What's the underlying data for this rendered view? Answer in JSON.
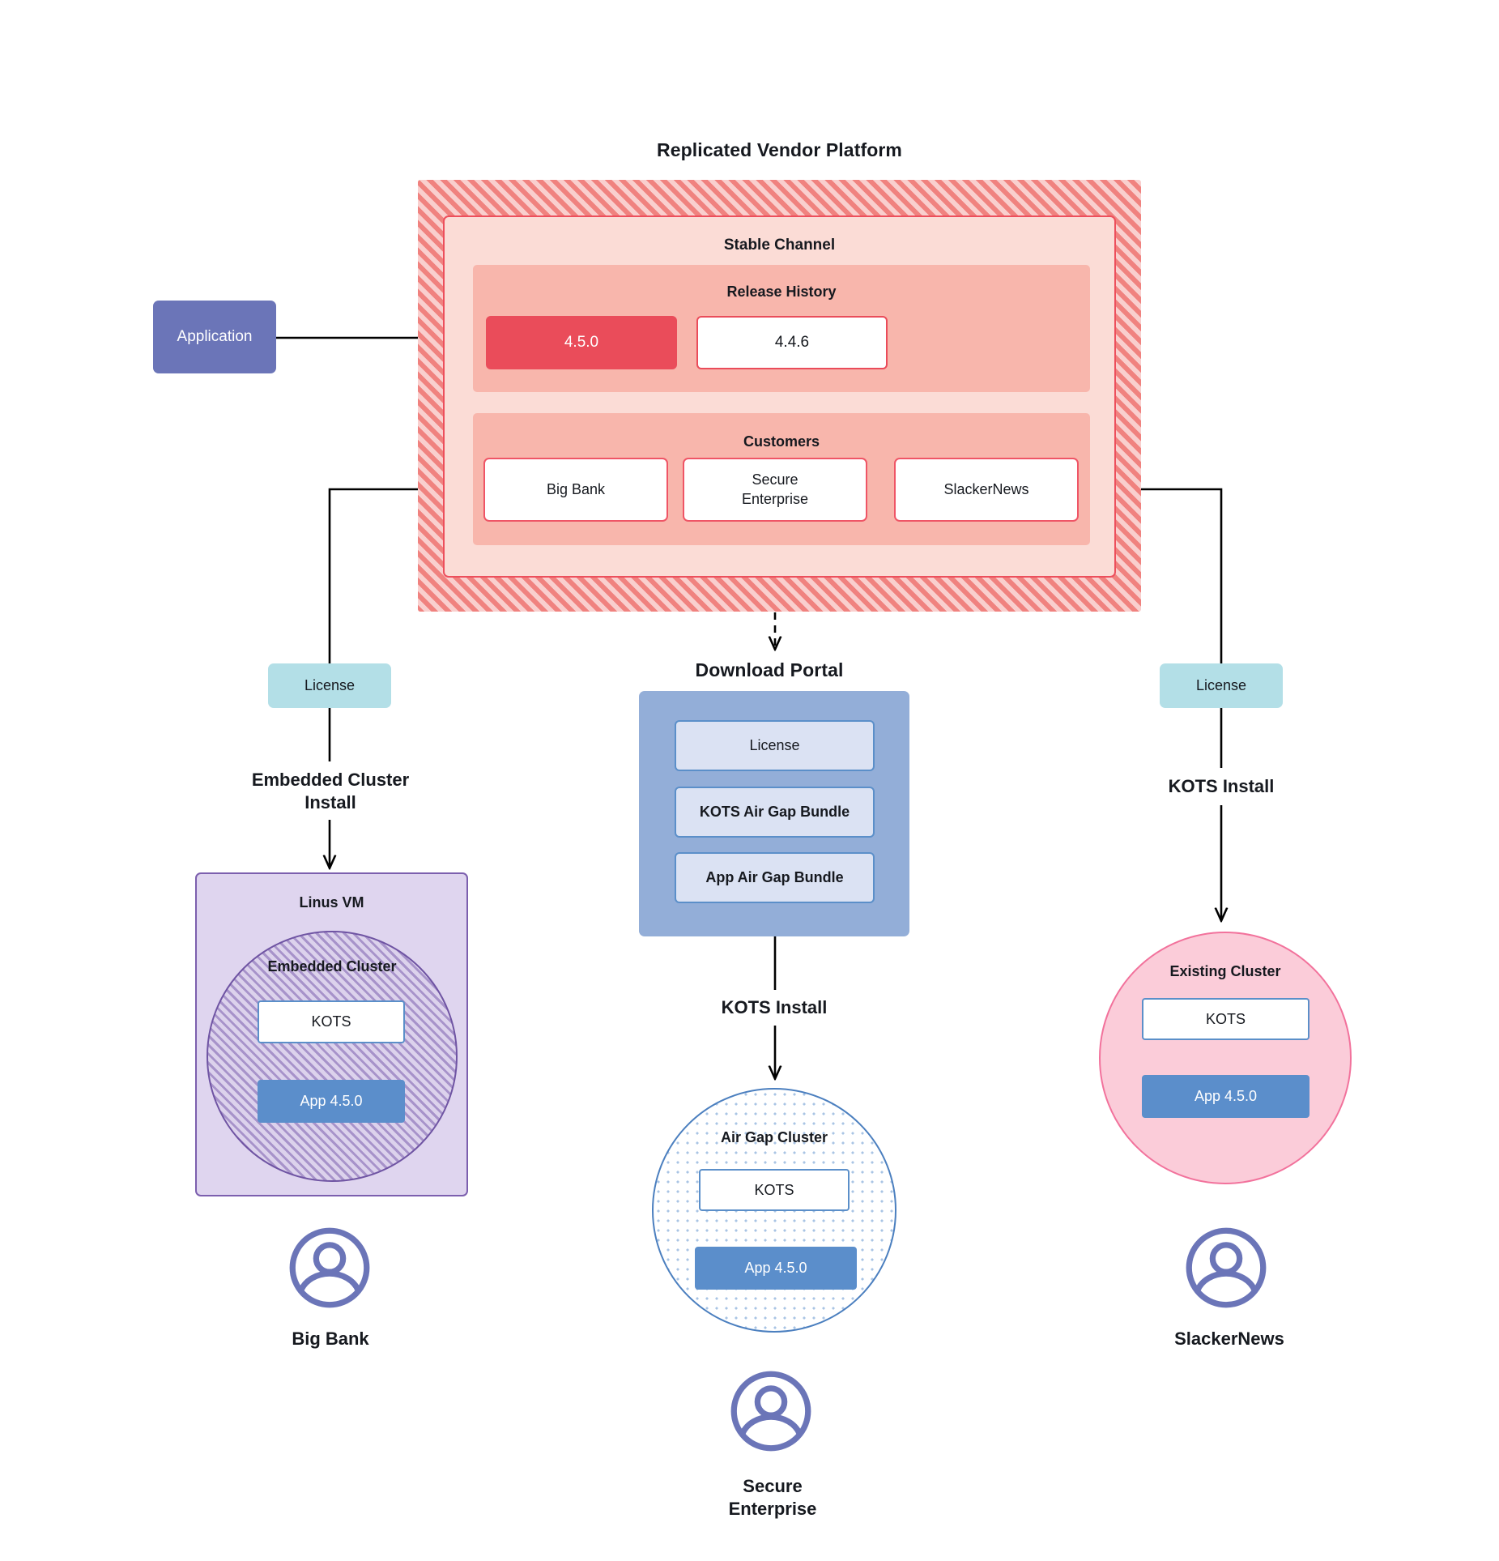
{
  "diagram": {
    "title": "Replicated Vendor Platform",
    "application": {
      "label": "Application"
    },
    "stable_channel": {
      "title": "Stable Channel",
      "release_history": {
        "title": "Release History",
        "releases": [
          {
            "version": "4.5.0",
            "state": "current"
          },
          {
            "version": "4.4.6",
            "state": "previous"
          }
        ]
      },
      "customers": {
        "title": "Customers",
        "items": [
          {
            "name": "Big Bank"
          },
          {
            "name": "Secure\nEnterprise"
          },
          {
            "name": "SlackerNews"
          }
        ]
      }
    },
    "branches": {
      "left": {
        "license_label": "License",
        "install_label": "Embedded Cluster\nInstall",
        "host": {
          "title": "Linus VM",
          "cluster_title": "Embedded Cluster",
          "kots_label": "KOTS",
          "app_label": "App 4.5.0"
        },
        "persona": "Big Bank"
      },
      "center": {
        "portal_title": "Download  Portal",
        "portal_items": [
          "License",
          "KOTS Air Gap Bundle",
          "App Air Gap Bundle"
        ],
        "install_label": "KOTS Install",
        "cluster": {
          "title": "Air Gap Cluster",
          "kots_label": "KOTS",
          "app_label": "App 4.5.0"
        },
        "persona": "Secure\nEnterprise"
      },
      "right": {
        "license_label": "License",
        "install_label": "KOTS Install",
        "cluster": {
          "title": "Existing Cluster",
          "kots_label": "KOTS",
          "app_label": "App 4.5.0"
        },
        "persona": "SlackerNews"
      }
    },
    "colors": {
      "platform_hatch": "#f0827f",
      "channel_panel": "#fbdcd6",
      "sub_panel": "#f8b6ac",
      "release_current": "#ea4c5a",
      "application": "#6b75b8",
      "license_chip": "#b3dfe7",
      "portal": "#93aed8",
      "portal_item": "#dbe2f3",
      "app_box": "#5b8ecb",
      "kots_border": "#5b8fc9",
      "vm_fill": "#dfd5ef",
      "vm_border": "#7c5fae",
      "existing_cluster": "#fbccd9",
      "existing_cluster_border": "#f2729c",
      "airgap_border": "#4b7fbf",
      "avatar": "#6b75b8"
    }
  }
}
